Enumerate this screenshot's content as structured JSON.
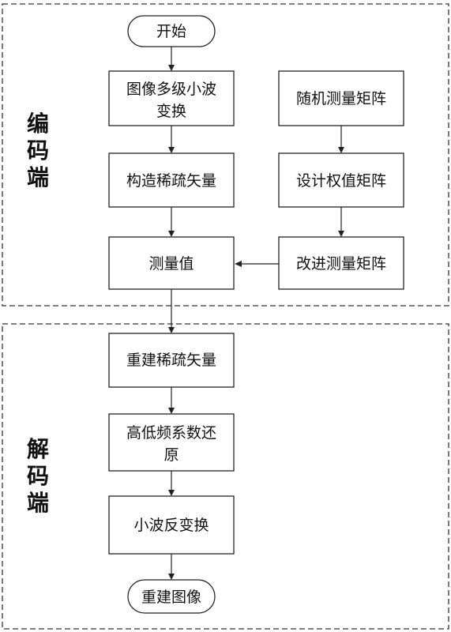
{
  "regions": {
    "encoder": {
      "label_lines": [
        "编",
        "码",
        "端"
      ]
    },
    "decoder": {
      "label_lines": [
        "解",
        "码",
        "端"
      ]
    }
  },
  "nodes": {
    "start": {
      "lines": [
        "开始"
      ]
    },
    "wavelet_transform": {
      "lines": [
        "图像多级小波",
        "变换"
      ]
    },
    "sparse_vector": {
      "lines": [
        "构造稀疏矢量"
      ]
    },
    "measurement_value": {
      "lines": [
        "测量值"
      ]
    },
    "random_matrix": {
      "lines": [
        "随机测量矩阵"
      ]
    },
    "weight_matrix": {
      "lines": [
        "设计权值矩阵"
      ]
    },
    "improved_matrix": {
      "lines": [
        "改进测量矩阵"
      ]
    },
    "reconstruct_sparse": {
      "lines": [
        "重建稀疏矢量"
      ]
    },
    "coeff_restore": {
      "lines": [
        "高低频系数还",
        "原"
      ]
    },
    "inverse_wavelet": {
      "lines": [
        "小波反变换"
      ]
    },
    "reconstruct_image": {
      "lines": [
        "重建图像"
      ]
    }
  },
  "edges": [
    {
      "from": "start",
      "to": "wavelet_transform"
    },
    {
      "from": "wavelet_transform",
      "to": "sparse_vector"
    },
    {
      "from": "sparse_vector",
      "to": "measurement_value"
    },
    {
      "from": "random_matrix",
      "to": "weight_matrix"
    },
    {
      "from": "weight_matrix",
      "to": "improved_matrix"
    },
    {
      "from": "improved_matrix",
      "to": "measurement_value"
    },
    {
      "from": "measurement_value",
      "to": "reconstruct_sparse"
    },
    {
      "from": "reconstruct_sparse",
      "to": "coeff_restore"
    },
    {
      "from": "coeff_restore",
      "to": "inverse_wavelet"
    },
    {
      "from": "inverse_wavelet",
      "to": "reconstruct_image"
    }
  ]
}
